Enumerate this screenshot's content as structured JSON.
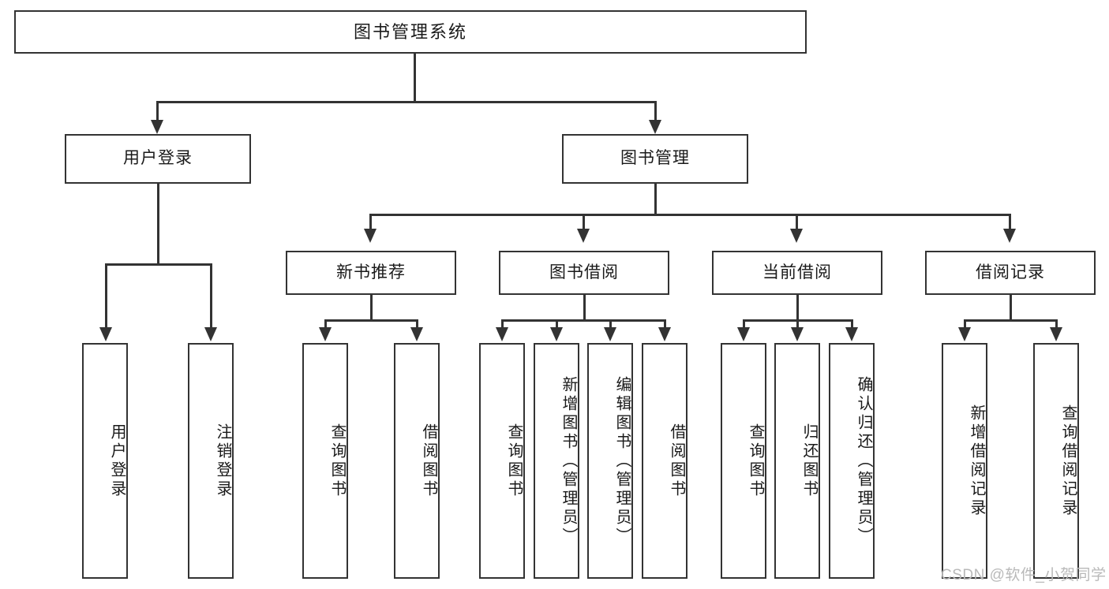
{
  "diagram": {
    "title": "图书管理系统",
    "type": "functional-structure-tree",
    "root": {
      "label": "图书管理系统"
    },
    "level2": [
      {
        "id": "user-login",
        "label": "用户登录"
      },
      {
        "id": "book-manage",
        "label": "图书管理"
      }
    ],
    "level3": [
      {
        "id": "new-book-recommend",
        "label": "新书推荐",
        "parent": "book-manage"
      },
      {
        "id": "book-borrow",
        "label": "图书借阅",
        "parent": "book-manage"
      },
      {
        "id": "current-borrow",
        "label": "当前借阅",
        "parent": "book-manage"
      },
      {
        "id": "borrow-record",
        "label": "借阅记录",
        "parent": "book-manage"
      }
    ],
    "leaves": {
      "user_login": [
        {
          "id": "leaf-user-login",
          "label": "用户登录"
        },
        {
          "id": "leaf-user-logout",
          "label": "注销登录"
        }
      ],
      "new_book_recommend": [
        {
          "id": "leaf-query-book-1",
          "label": "查询图书"
        },
        {
          "id": "leaf-borrow-book-1",
          "label": "借阅图书"
        }
      ],
      "book_borrow": [
        {
          "id": "leaf-query-book-2",
          "label": "查询图书"
        },
        {
          "id": "leaf-add-book",
          "label": "新增图书（管理员）"
        },
        {
          "id": "leaf-edit-book",
          "label": "编辑图书（管理员）"
        },
        {
          "id": "leaf-borrow-book-2",
          "label": "借阅图书"
        }
      ],
      "current_borrow": [
        {
          "id": "leaf-query-book-3",
          "label": "查询图书"
        },
        {
          "id": "leaf-return-book",
          "label": "归还图书"
        },
        {
          "id": "leaf-confirm-return",
          "label": "确认归还（管理员）"
        }
      ],
      "borrow_record": [
        {
          "id": "leaf-add-record",
          "label": "新增借阅记录"
        },
        {
          "id": "leaf-query-record",
          "label": "查询借阅记录"
        }
      ]
    },
    "colors": {
      "stroke": "#333333",
      "fill": "#ffffff",
      "text": "#1a1a1a",
      "watermark": "#b9b9b9"
    }
  },
  "watermark": {
    "text": "CSDN @软件_小贺同学"
  }
}
